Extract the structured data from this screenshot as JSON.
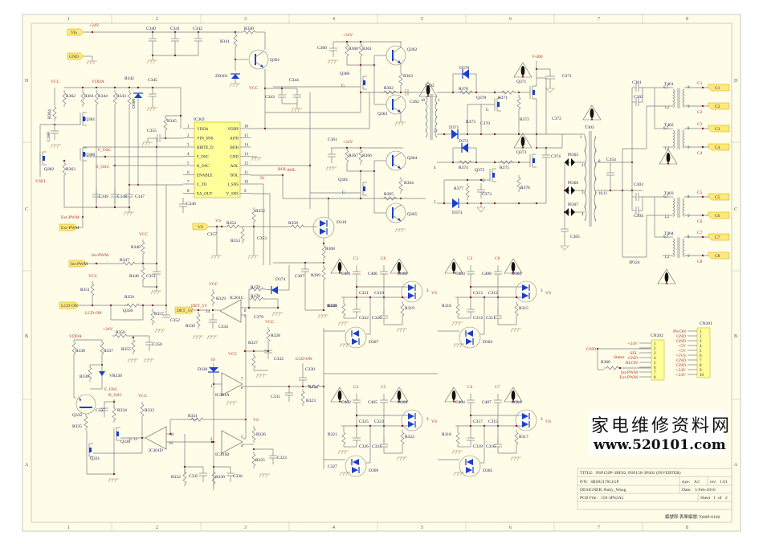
{
  "sheet": {
    "zones_top": [
      "1",
      "2",
      "3",
      "4",
      "5",
      "6",
      "7",
      "8"
    ],
    "zones_bottom": [
      "1",
      "2",
      "3",
      "4",
      "5",
      "6",
      "7",
      "8"
    ],
    "zones_left": [
      "D",
      "C",
      "B",
      "A"
    ],
    "zones_right": [
      "D",
      "C",
      "B",
      "A"
    ]
  },
  "ports": {
    "vin": "Vin",
    "gnd": "GND",
    "ext_pwm": "Ext-PWM",
    "int_pwm": "Int-PWM",
    "lcd_on": "LCD-ON",
    "det_5v": "DET_5V",
    "vs": "VS",
    "outputs": [
      "C1",
      "C2",
      "C3",
      "C4",
      "C5",
      "C6",
      "C7",
      "C8"
    ]
  },
  "net_labels": {
    "plus24v": "+24V",
    "vcc": "VCC",
    "vdda": "VDDA",
    "vsel": "VSEL",
    "f_osc": "F_OSC",
    "b_osc": "B_OSC",
    "ext_pwm": "Ext-PWM",
    "int_pwm": "Int-PWM",
    "lcd_on": "LCD-ON",
    "det_5v": "DET_5V",
    "is": "IS",
    "aol": "AOL",
    "bol": "BOL",
    "vs": "VS",
    "v400": "V-400"
  },
  "ic302": {
    "ref": "IC302",
    "left_pins": [
      {
        "num": "1",
        "name": "VDDA"
      },
      {
        "num": "2",
        "name": "VIN_SNS"
      },
      {
        "num": "3",
        "name": "BRITE_D"
      },
      {
        "num": "4",
        "name": "F_OSC"
      },
      {
        "num": "5",
        "name": "B_OSC"
      },
      {
        "num": "6",
        "name": "ENABLE"
      },
      {
        "num": "7",
        "name": "C_TO"
      },
      {
        "num": "8",
        "name": "EA_OUT"
      }
    ],
    "right_pins": [
      {
        "num": "16",
        "name": "VDDP"
      },
      {
        "num": "15",
        "name": "AOH"
      },
      {
        "num": "14",
        "name": "BOH"
      },
      {
        "num": "13",
        "name": "GND"
      },
      {
        "num": "12",
        "name": "AOL"
      },
      {
        "num": "11",
        "name": "BOL"
      },
      {
        "num": "10",
        "name": "I_SNS"
      },
      {
        "num": "9",
        "name": "V_SNS"
      }
    ]
  },
  "components": {
    "caps_top": [
      "C340",
      "C341",
      "C342"
    ],
    "r340": "R340",
    "r341": "R341",
    "q301": "Q301",
    "zd301": "ZD301",
    "c343": "C343",
    "c344": "C344",
    "c345": "C345",
    "r342": "R342",
    "r362": "R362",
    "r361": "R361",
    "r344": "R344",
    "r343": "R343",
    "d300": "D300",
    "r364": "R364",
    "c380": "C380",
    "q381": "Q381",
    "q380": "Q380",
    "q382": "Q382",
    "r363": "R363",
    "r345": "R345",
    "c355": "C355",
    "c349": "C349",
    "c348": "C348",
    "c347": "C347",
    "c346": "C346",
    "r348": "R348",
    "r347": "R347",
    "r346": "R346",
    "c351": "C351",
    "r351": "R351",
    "r350": "R350",
    "q350": "Q350",
    "r357": "R357",
    "c352": "C352",
    "r356": "R356",
    "r355": "R355",
    "c356": "C356",
    "r338": "R338",
    "r337": "R337",
    "r336": "R336",
    "vr330": "VR330",
    "q332": "Q332",
    "c337": "C337",
    "r334": "R334",
    "r335": "R335",
    "r333": "R333",
    "q330": "Q330",
    "q331": "Q331",
    "ic301d": "IC301D",
    "r331": "R331",
    "ic301b": "IC301B",
    "ic301a": "IC301A",
    "ic301c": "IC301C",
    "r332": "R332",
    "c335": "C335",
    "r330": "R330",
    "c336": "C336",
    "r326": "R326",
    "r325": "R325",
    "c333": "C333",
    "d330": "D330",
    "r329": "R329",
    "r339": "R339",
    "c334": "C334",
    "r379": "R379",
    "r378": "R378",
    "c379": "C379",
    "d374": "D374",
    "r327": "R327",
    "r328": "R328",
    "c332": "C332",
    "c330": "C330",
    "c331": "C331",
    "r324": "R324",
    "r323": "R323",
    "vs_in": "VS",
    "r354": "R354",
    "c357": "C357",
    "r353": "R353",
    "r352": "R352",
    "c353": "C353",
    "r358": "R358",
    "d310": "D310",
    "r308": "R308",
    "c307": "C307",
    "r309": "R309",
    "r320": "R320",
    "c360": "C360",
    "r360": "R360",
    "r361b": "R361",
    "q360": "Q360",
    "q362": "Q362",
    "r363b": "R363",
    "r362b": "R362",
    "q363": "Q363",
    "c362": "C362",
    "c361": "C361",
    "r367": "R367",
    "r366": "R366",
    "q361": "Q361",
    "q364": "Q364",
    "r364b": "R364",
    "r365": "R365",
    "q365": "Q365",
    "t302": "T302",
    "d370": "D370",
    "r370": "R370",
    "q370": "Q370",
    "r371": "R371",
    "q371": "Q371",
    "c371": "C371",
    "r372": "R372",
    "c372": "C372",
    "r373": "R373",
    "c370": "C370",
    "d371": "D371",
    "d372": "D372",
    "r374": "R374",
    "q372": "Q372",
    "r375": "R375",
    "q373": "Q373",
    "c374": "C374",
    "r376": "R376",
    "r377": "R377",
    "c373": "C373",
    "d373": "D373",
    "t303": "T303",
    "pi305": "PI305",
    "pi306": "PI306",
    "pi307": "PI307",
    "c305": "C305",
    "c354": "C354",
    "c301": "C301",
    "c302": "C302",
    "c303": "C303",
    "c304": "C304",
    "jp324": "JP324",
    "t401": "T401",
    "t402": "T402",
    "t403": "T403",
    "t404": "T404",
    "c401": "C401",
    "c406": "C406",
    "d306": "D306",
    "c321": "C321",
    "c319": "C319",
    "c322": "C322",
    "c320": "C320",
    "r319": "R319",
    "d307": "D307",
    "c403": "C403",
    "c408": "C408",
    "d302": "D302",
    "c313": "C313",
    "c312": "C312",
    "c314": "C314",
    "c311": "C311",
    "r316": "R316",
    "r315": "R315",
    "d303": "D303",
    "c402": "C402",
    "c405": "C405",
    "d308": "D308",
    "c325": "C325",
    "c323": "C323",
    "c326": "C326",
    "c324": "C324",
    "r321": "R321",
    "r322": "R322",
    "d309": "D309",
    "c327": "C327",
    "c404": "C404",
    "c407": "C407",
    "d304": "D304",
    "c317": "C317",
    "c315": "C315",
    "c318": "C318",
    "c316": "C316",
    "r318": "R318",
    "r317": "R317",
    "d305": "D305"
  },
  "cn202": {
    "ref": "CN202",
    "pins": [
      {
        "num": "1",
        "net": "+24V"
      },
      {
        "num": "2",
        "net": ""
      },
      {
        "num": "3",
        "net": "SEL"
      },
      {
        "num": "4",
        "net": "GND"
      },
      {
        "num": "5",
        "net": "BLON"
      },
      {
        "num": "6",
        "net": ""
      },
      {
        "num": "7",
        "net": "Int-PWM"
      },
      {
        "num": "8",
        "net": "Ext-PWM"
      }
    ],
    "gnd_label": "GND",
    "r368": "R368",
    "status_label": "Status"
  },
  "cn201": {
    "ref": "CN201",
    "pins": [
      {
        "num": "1",
        "net": "PS-ON"
      },
      {
        "num": "2",
        "net": "GND"
      },
      {
        "num": "3",
        "net": "GND"
      },
      {
        "num": "4",
        "net": "+5V"
      },
      {
        "num": "5",
        "net": "+5V"
      },
      {
        "num": "6",
        "net": "+5VS"
      },
      {
        "num": "7",
        "net": "GND"
      },
      {
        "num": "8",
        "net": "GND"
      },
      {
        "num": "9",
        "net": "+24V"
      },
      {
        "num": "10",
        "net": "+24V"
      }
    ]
  },
  "watermark": {
    "line1": "家电维修资料网",
    "line2": "www.520101.com"
  },
  "title_block": {
    "title_label": "TITLE:",
    "title": "PSP150P-3BF02, PSP150-3PS02 (INVERTER)",
    "pn_label": "P/N:",
    "pn": "3BS0217811GP",
    "size_label": "size:",
    "size": "A3",
    "rev_label": "rev:",
    "rev": "1.01",
    "designer_label": "DESIGNER:",
    "designer": "Ruby_Wang",
    "date_label": "Date:",
    "date": "5-Feb-2010",
    "pcb_label": "PCB File:",
    "pcb": "150-3PS2A1",
    "sheet_label": "Sheet",
    "sheet_num": "1",
    "sheet_of": "of",
    "sheet_total": "2",
    "footer": "編號郎 表單編號:7000P-0106"
  }
}
